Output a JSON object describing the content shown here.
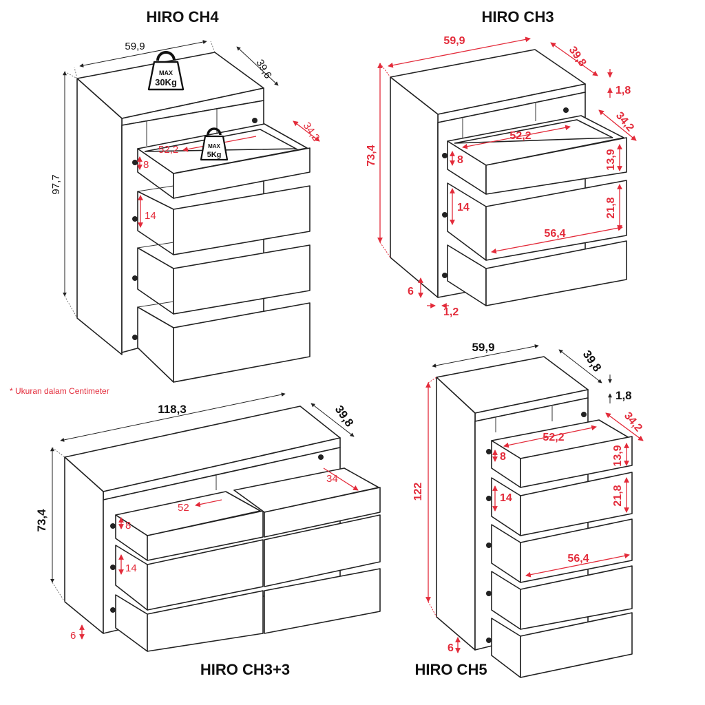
{
  "titles": {
    "ch4": "HIRO CH4",
    "ch3": "HIRO CH3",
    "ch33": "HIRO CH3+3",
    "ch5": "HIRO CH5"
  },
  "note": "* Ukuran dalam Centimeter",
  "weight_badges": {
    "top": {
      "max": "MAX",
      "value": "30Kg"
    },
    "drawer": {
      "max": "MAX",
      "value": "5Kg"
    }
  },
  "ch4": {
    "width": "59,9",
    "depth": "39,6",
    "height": "97,7",
    "drawer_width": "52,2",
    "drawer_depth": "34,2",
    "drawer_h_small": "8",
    "drawer_h_large": "14"
  },
  "ch3": {
    "width": "59,9",
    "depth": "39,8",
    "height": "73,4",
    "top_gap": "1,8",
    "drawer_depth": "34,2",
    "drawer_width": "52,2",
    "drawer_h_small": "8",
    "front_h_small": "13,9",
    "drawer_h_large": "14",
    "front_h_large": "21,8",
    "front_width": "56,4",
    "leg_height": "6",
    "leg_inset": "1,2"
  },
  "ch33": {
    "width": "118,3",
    "depth": "39,8",
    "height": "73,4",
    "drawer_depth": "34",
    "drawer_width": "52",
    "drawer_h_small": "8",
    "drawer_h_large": "14",
    "leg_height": "6"
  },
  "ch5": {
    "width": "59,9",
    "depth": "39,8",
    "top_gap": "1,8",
    "drawer_depth": "34,2",
    "drawer_width": "52,2",
    "drawer_h_small": "8",
    "front_h_small": "13,9",
    "height": "122",
    "drawer_h_large": "14",
    "front_h_large": "21,8",
    "front_width": "56,4",
    "leg_height": "6"
  }
}
